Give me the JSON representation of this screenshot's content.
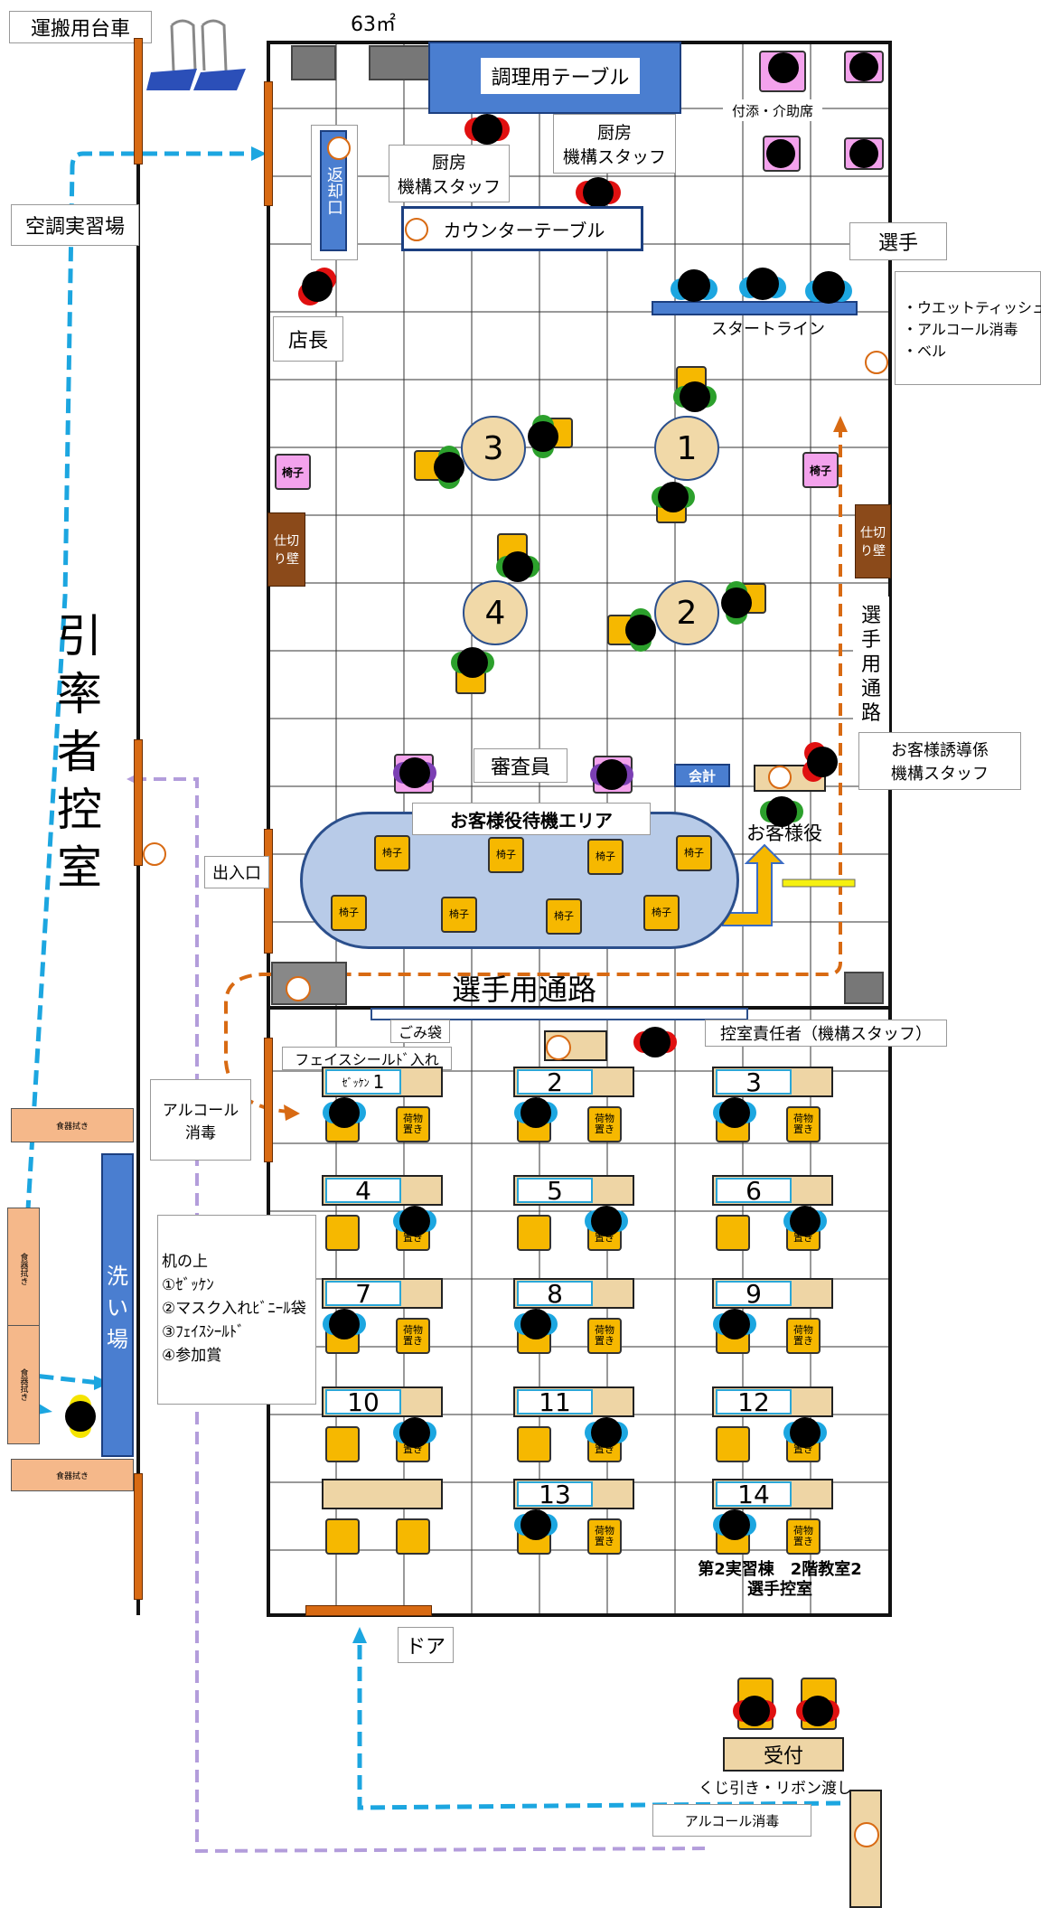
{
  "labels": {
    "cart": "運搬用台車",
    "area": "63㎡",
    "cooking_table": "調理用テーブル",
    "attendant_seat": "付添・介助席",
    "kitchen_staff_1": "厨房\n機構スタッフ",
    "kitchen_staff_2": "厨房\n機構スタッフ",
    "return": "返却口",
    "counter": "カウンターテーブル",
    "ac_room": "空調実習場",
    "player": "選手",
    "supplies": "・ウエットティッシュ\n・アルコール消毒\n・ベル",
    "start_line": "スタートライン",
    "manager": "店長",
    "chair": "椅子",
    "partition_left": "仕切\nり壁",
    "partition_right": "仕切\nり壁",
    "player_passage_v": "選\n手\n用\n通\n路",
    "leader_room": "引\n率\n者\n控\n室",
    "judges": "審査員",
    "accounting": "会計",
    "guide_staff": "お客様誘導係\n機構スタッフ",
    "guest_wait": "お客様役待機エリア",
    "guest_role": "お客様役",
    "entrance": "出入口",
    "player_passage_h": "選手用通路",
    "garbage": "ごみ袋",
    "face_shield": "フェイスシールﾄﾞ入れ",
    "waiting_manager": "控室責任者（機構スタッフ）",
    "alcohol": "アルコール\n消毒",
    "desk_items": "机の上\n①ｾﾞｯｹﾝ\n②マスク入れﾋﾞﾆｰﾙ袋\n③ﾌｪｲｽｼｰﾙﾄﾞ\n④参加賞",
    "wash": "洗\nい\n場",
    "dish": "食器拭き",
    "room_name": "第2実習棟　2階教室2\n選手控室",
    "door": "ドア",
    "reception": "受付",
    "lottery": "くじ引き・リボン渡し",
    "alcohol2": "アルコール消毒",
    "bib_word": "ｾﾞｯｹﾝ",
    "baggage": "荷物\n置き"
  },
  "tables": [
    "1",
    "2",
    "3",
    "4"
  ],
  "desks": [
    "1",
    "2",
    "3",
    "4",
    "5",
    "6",
    "7",
    "8",
    "9",
    "10",
    "11",
    "12",
    "13",
    "14"
  ],
  "colors": {
    "orange": "#d86a13",
    "blue_path": "#1ca6e0",
    "purple_path": "#b39ddb",
    "chair": "#f6b800",
    "pink": "#f3a2ec",
    "wait_area": "#b8cbe8"
  }
}
